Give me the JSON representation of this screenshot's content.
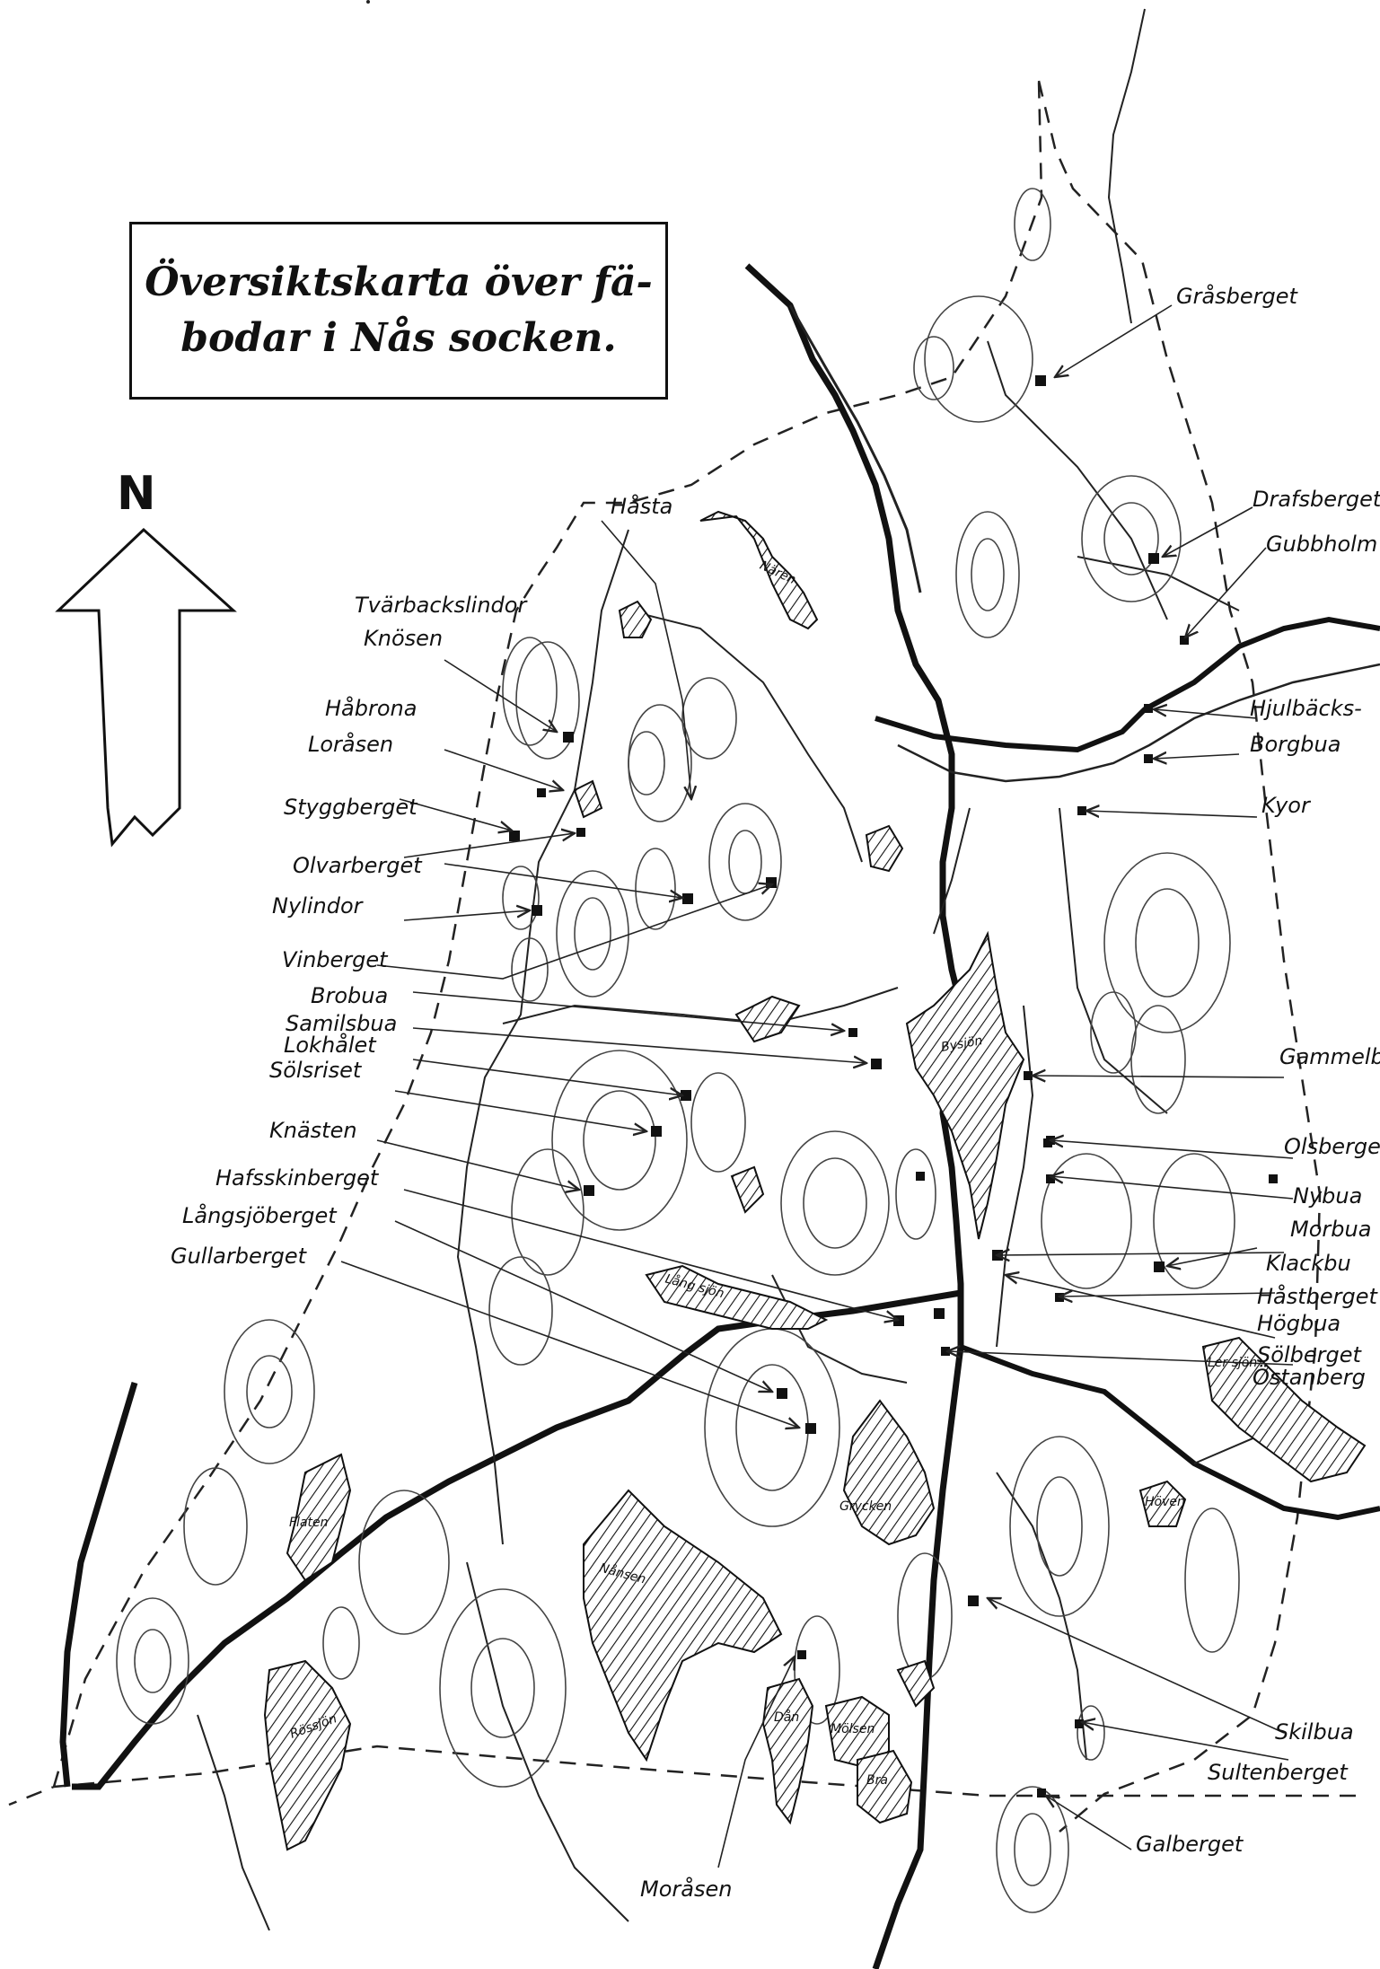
{
  "title": {
    "line1": "Översiktskarta över fä-",
    "line2": "bodar i Nås socken."
  },
  "north_label": "N",
  "places": [
    {
      "id": "grasberget",
      "text": "Gråsberget"
    },
    {
      "id": "drafsberget",
      "text": "Drafsberget"
    },
    {
      "id": "gubbholm",
      "text": "Gubbholm"
    },
    {
      "id": "hasta",
      "text": "Håsta"
    },
    {
      "id": "tvarbackslindor",
      "text": "Tvärbackslindor"
    },
    {
      "id": "knosen",
      "text": "Knösen"
    },
    {
      "id": "habrona",
      "text": "Håbrona"
    },
    {
      "id": "lorasen",
      "text": "Loråsen"
    },
    {
      "id": "styggberget",
      "text": "Styggberget"
    },
    {
      "id": "olvarberget",
      "text": "Olvarberget"
    },
    {
      "id": "nylindor",
      "text": "Nylindor"
    },
    {
      "id": "vinberget",
      "text": "Vinberget"
    },
    {
      "id": "brobua",
      "text": "Brobua"
    },
    {
      "id": "samilsbua",
      "text": "Samilsbua"
    },
    {
      "id": "lokhalet",
      "text": "Lokhålet"
    },
    {
      "id": "solsriset",
      "text": "Sölsriset"
    },
    {
      "id": "knasten",
      "text": "Knästen"
    },
    {
      "id": "hafsskinberget",
      "text": "Hafsskinberget"
    },
    {
      "id": "langsjoberget",
      "text": "Långsjöberget"
    },
    {
      "id": "gullarberget",
      "text": "Gullarberget"
    },
    {
      "id": "hjulbacks",
      "text": "Hjulbäcks-"
    },
    {
      "id": "borgbua",
      "text": "Borgbua"
    },
    {
      "id": "kyor",
      "text": "Kyor"
    },
    {
      "id": "gammelb",
      "text": "Gammelb"
    },
    {
      "id": "olsberget",
      "text": "Olsberge"
    },
    {
      "id": "nybua",
      "text": "Nybua"
    },
    {
      "id": "morbua",
      "text": "Morbua"
    },
    {
      "id": "klackbua",
      "text": "Klackbu"
    },
    {
      "id": "hastberget",
      "text": "Håstberget"
    },
    {
      "id": "hogbua",
      "text": "Högbua"
    },
    {
      "id": "solberget",
      "text": "Sölberget"
    },
    {
      "id": "ostanberg",
      "text": "Östanberg"
    },
    {
      "id": "skilbua",
      "text": "Skilbua"
    },
    {
      "id": "sultenberget",
      "text": "Sultenberget"
    },
    {
      "id": "galberget",
      "text": "Galberget"
    },
    {
      "id": "morasen",
      "text": "Moråsen"
    }
  ],
  "lakes": [
    {
      "id": "naren",
      "text": "Nären"
    },
    {
      "id": "bysjon",
      "text": "Bysjön"
    },
    {
      "id": "langsjon",
      "text": "Lång sjön"
    },
    {
      "id": "flaten",
      "text": "Flaten"
    },
    {
      "id": "nansen",
      "text": "Nånsen"
    },
    {
      "id": "grycken",
      "text": "Grycken"
    },
    {
      "id": "rossjon",
      "text": "Rössjön"
    },
    {
      "id": "molsen",
      "text": "Mölsen"
    },
    {
      "id": "brasjon",
      "text": "Bra"
    },
    {
      "id": "dan",
      "text": "Dån"
    },
    {
      "id": "hoven",
      "text": "Höven"
    },
    {
      "id": "lersjon",
      "text": "Ler sjön"
    }
  ]
}
